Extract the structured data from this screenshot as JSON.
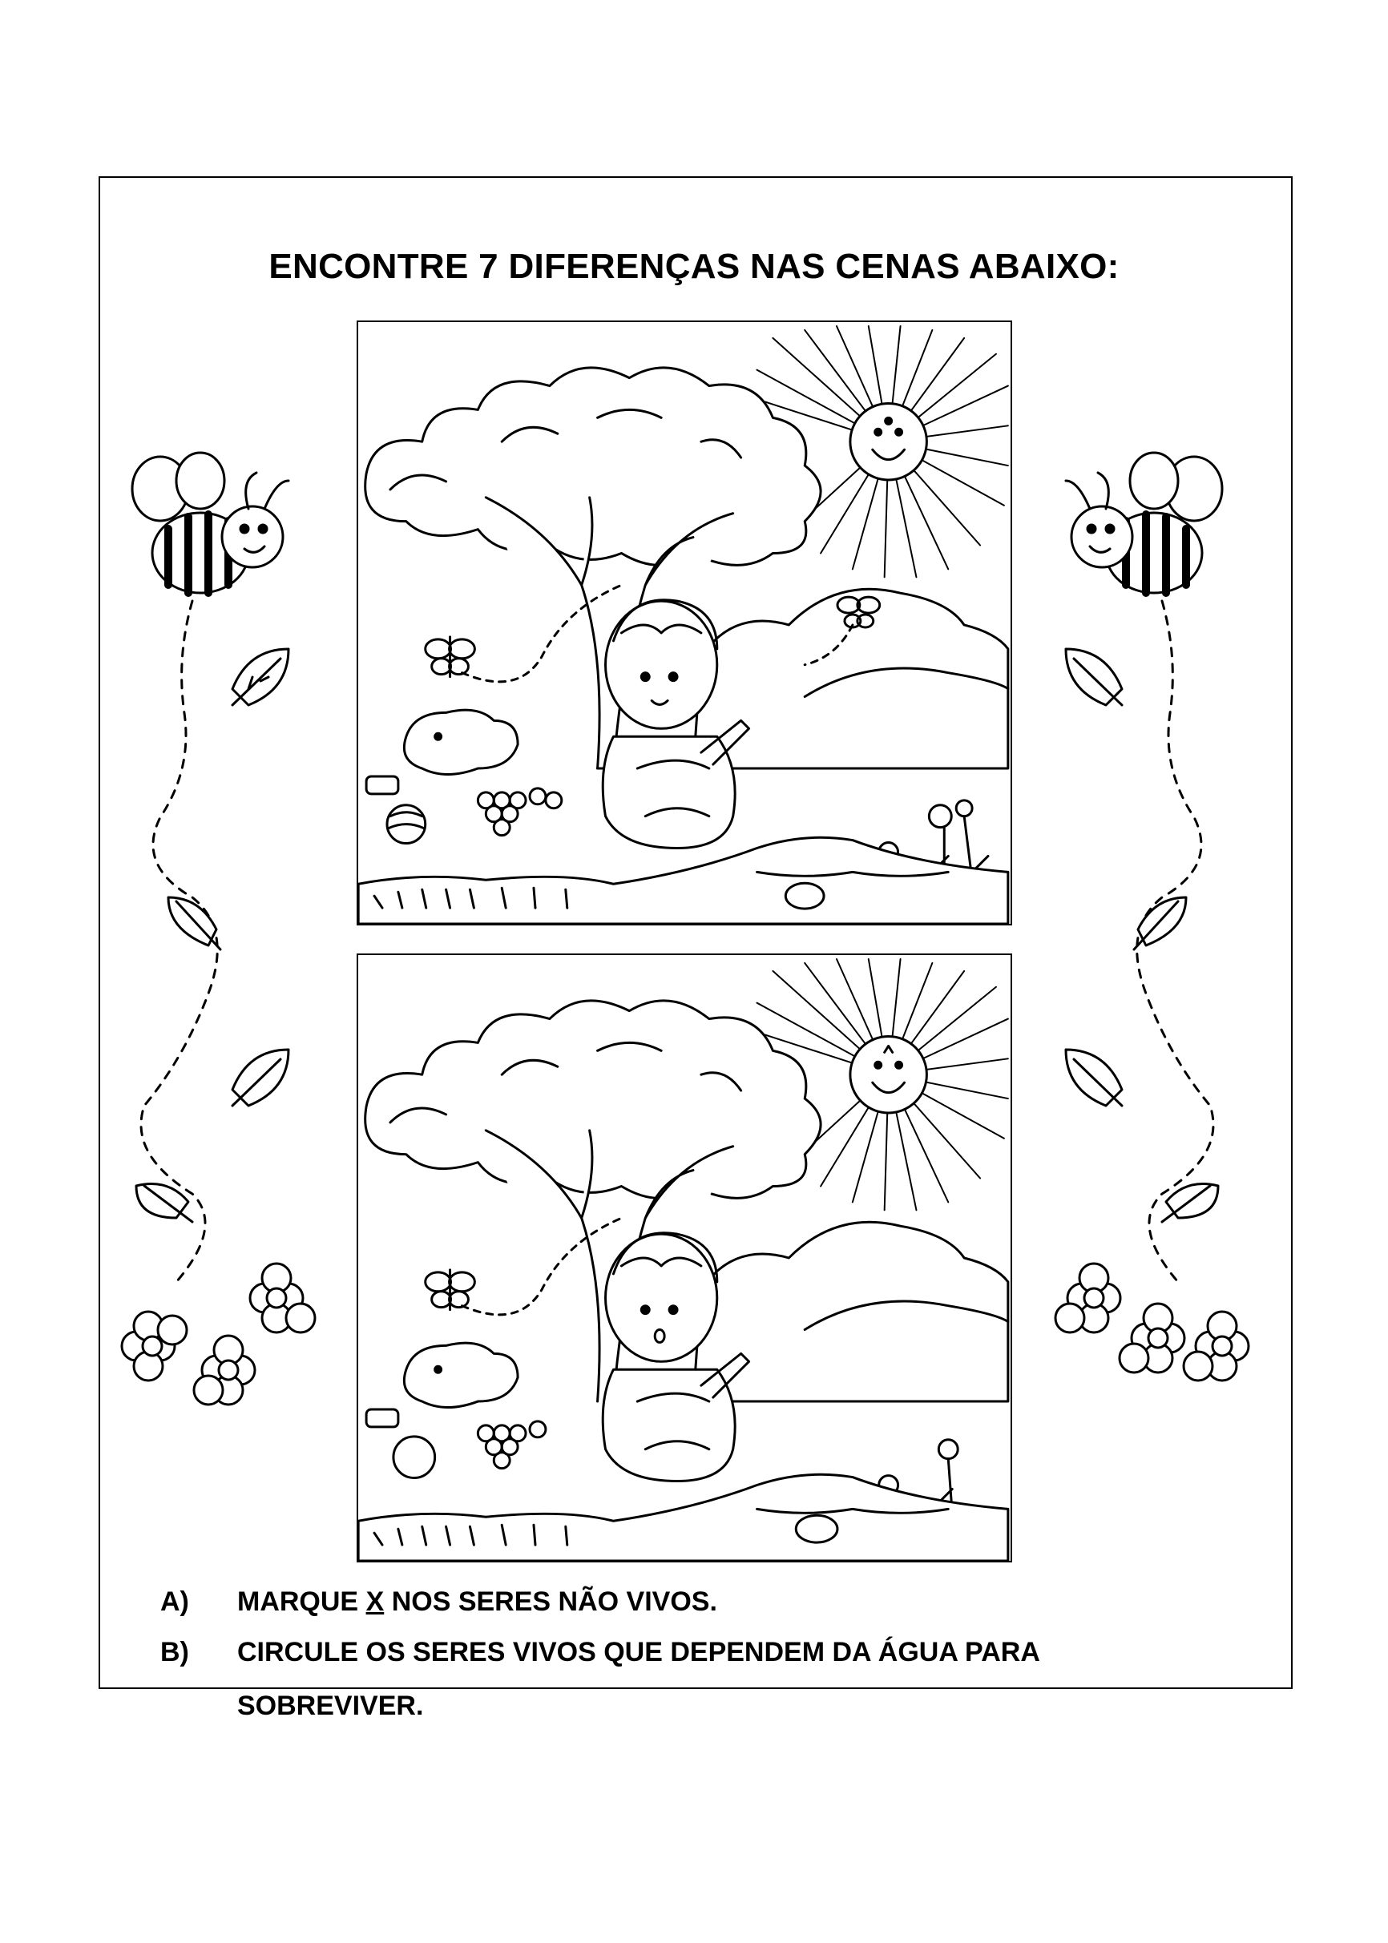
{
  "title": "ENCONTRE 7 DIFERENÇAS NAS CENAS ABAIXO:",
  "scenes": [
    {
      "name": "scene-top",
      "sun_face": "smile"
    },
    {
      "name": "scene-bottom",
      "sun_face": "smile"
    }
  ],
  "questions": {
    "a": {
      "letter": "A)",
      "before": "MARQUE ",
      "mark": "X",
      "after": " NOS SERES NÃO VIVOS."
    },
    "b": {
      "letter": "B)",
      "line1": "CIRCULE OS SERES VIVOS QUE DEPENDEM DA ÁGUA PARA",
      "line2": "SOBREVIVER."
    }
  },
  "decorations": [
    "bee-icon",
    "leaf-icon",
    "flower-icon"
  ]
}
